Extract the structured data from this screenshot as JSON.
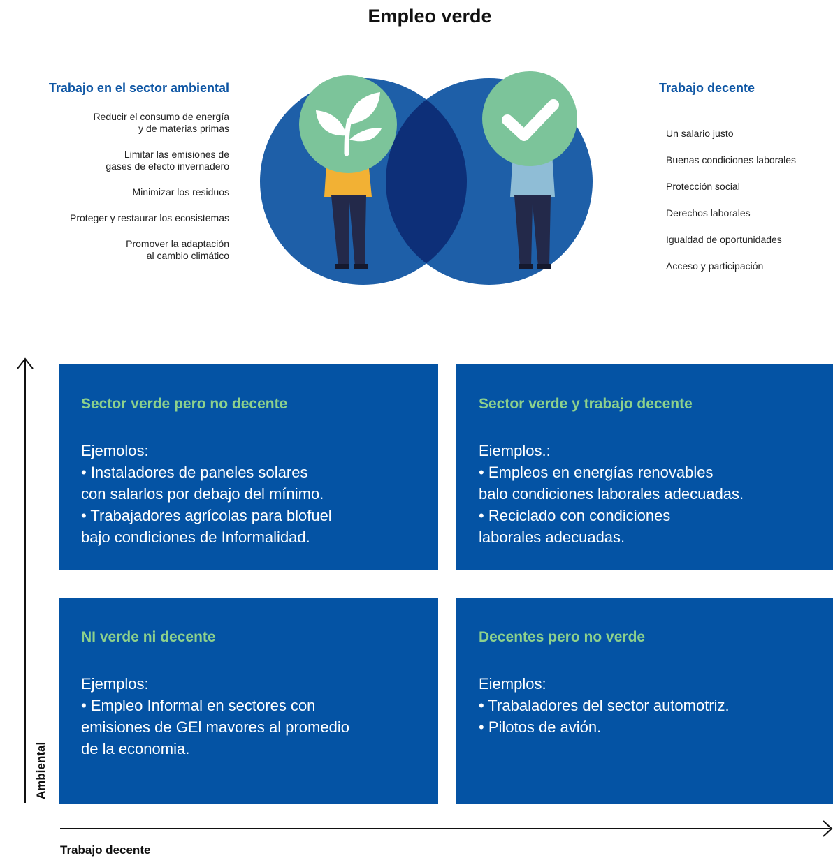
{
  "title": "Empleo verde",
  "left_column": {
    "heading": "Trabajo en el sector ambiental",
    "items": [
      [
        "Reducir el consumo de energía",
        "y de materias primas"
      ],
      [
        "Limitar las emisiones de",
        "gases de efecto invernadero"
      ],
      [
        "Minimizar los residuos"
      ],
      [
        "Proteger y restaurar los ecosistemas"
      ],
      [
        "Promover la adaptación",
        "al cambio climático"
      ]
    ]
  },
  "right_column": {
    "heading": "Trabajo decente",
    "items": [
      "Un salario justo",
      "Buenas condiciones laborales",
      "Protección social",
      "Derechos laborales",
      "Igualdad de oportunidades",
      "Acceso y participación"
    ]
  },
  "quadrants": [
    {
      "title": "Sector verde pero no decente",
      "label": "Ejemolos:",
      "lines": [
        "• Instaladores de paneles solares",
        "con salarlos por debajo del mínimo.",
        "• Trabajadores agrícolas para blofuel",
        "bajo condiciones de Informalidad."
      ]
    },
    {
      "title": "Sector verde y trabajo decente",
      "label": "Eiemplos.:",
      "lines": [
        "• Empleos en energías renovables",
        "balo condiciones laborales adecuadas.",
        "• Reciclado con condiciones",
        "laborales adecuadas."
      ]
    },
    {
      "title": "NI verde ni decente",
      "label": "Ejemplos:",
      "lines": [
        "• Empleo Informal en sectores con",
        "emisiones de GEl mavores al promedio",
        "de la economia."
      ]
    },
    {
      "title": "Decentes pero no verde",
      "label": "Eiemplos:",
      "lines": [
        "• Trabaladores del sector automotriz.",
        "• Pilotos de avión."
      ]
    }
  ],
  "axes": {
    "y_label": "Ambiental",
    "x_label": "Trabajo decente"
  },
  "icons": {
    "left_circle": "leaf-sprout-icon",
    "right_circle": "checkmark-icon"
  },
  "colors": {
    "heading_blue": "#0e56a4",
    "quadrant_blue": "#0453a4",
    "circle_blue": "#1e5fa8",
    "overlap_blue": "#0d2f78",
    "quadrant_title_green": "#8dd18c",
    "disc_green": "#7cc49a"
  }
}
